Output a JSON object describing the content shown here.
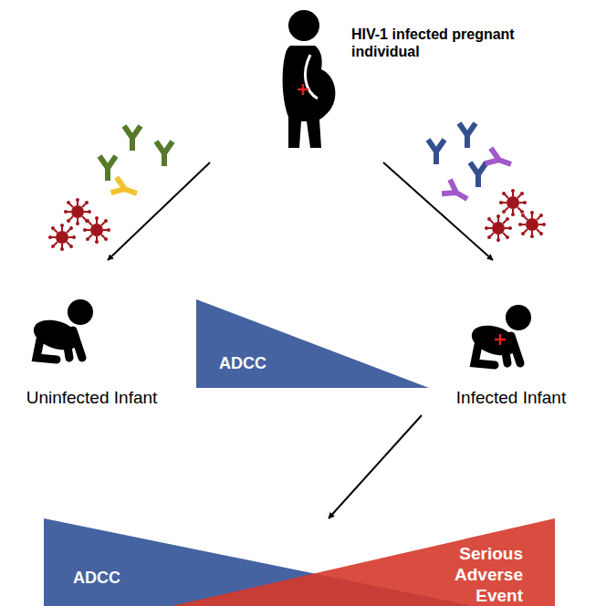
{
  "diagram": {
    "nodes": [
      {
        "text": [
          "HIV-1 infected pregnant individual"
        ]
      },
      {
        "text": [
          "Uninfected Infant"
        ]
      },
      {
        "text": [
          "ADCC"
        ]
      },
      {
        "text": [
          "Infected Infant"
        ]
      },
      {
        "text": [
          "ADCC",
          "Serious Adverse Event"
        ]
      }
    ],
    "edges": [
      {
        "from": 0,
        "to": 1,
        "arrow": "to"
      },
      {
        "from": 0,
        "to": 3,
        "arrow": "to"
      },
      {
        "from": 3,
        "to": 4,
        "arrow": "to"
      }
    ]
  }
}
